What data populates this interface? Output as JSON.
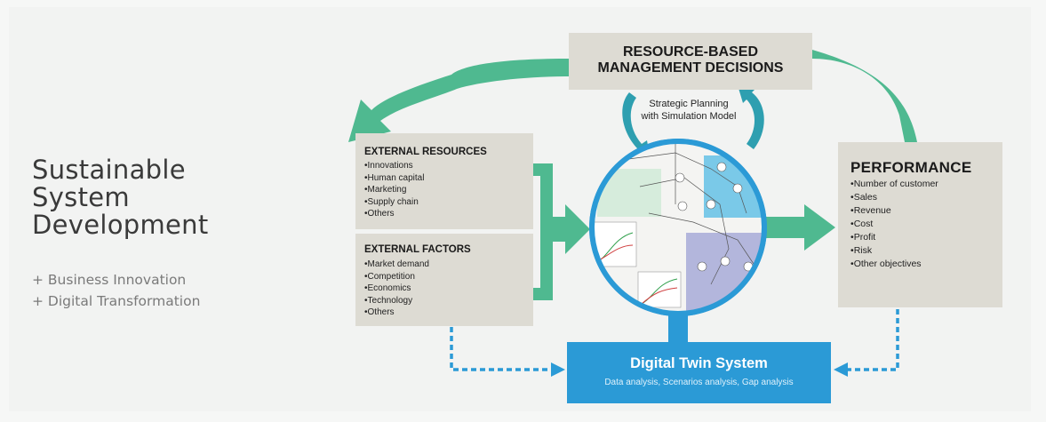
{
  "heading": {
    "line1": "Sustainable",
    "line2": "System",
    "line3": "Development",
    "sub1": "+ Business Innovation",
    "sub2": "+ Digital Transformation"
  },
  "management": {
    "line1": "RESOURCE-BASED",
    "line2": "MANAGEMENT DECISIONS"
  },
  "strategic": {
    "line1": "Strategic Planning",
    "line2": "with Simulation Model"
  },
  "external_resources": {
    "title": "EXTERNAL RESOURCES",
    "items": [
      "Innovations",
      "Human capital",
      "Marketing",
      "Supply chain",
      "Others"
    ]
  },
  "external_factors": {
    "title": "EXTERNAL FACTORS",
    "items": [
      "Market demand",
      "Competition",
      "Economics",
      "Technology",
      "Others"
    ]
  },
  "performance": {
    "title": "PERFORMANCE",
    "items": [
      "Number of customer",
      "Sales",
      "Revenue",
      "Cost",
      "Profit",
      "Risk",
      "Other objectives"
    ]
  },
  "digital_twin": {
    "title": "Digital Twin System",
    "subtitle": "Data analysis, Scenarios analysis, Gap analysis"
  },
  "colors": {
    "teal_arrow": "#4fb990",
    "blue": "#2b9ad6",
    "box_fill": "#dddbd3"
  }
}
